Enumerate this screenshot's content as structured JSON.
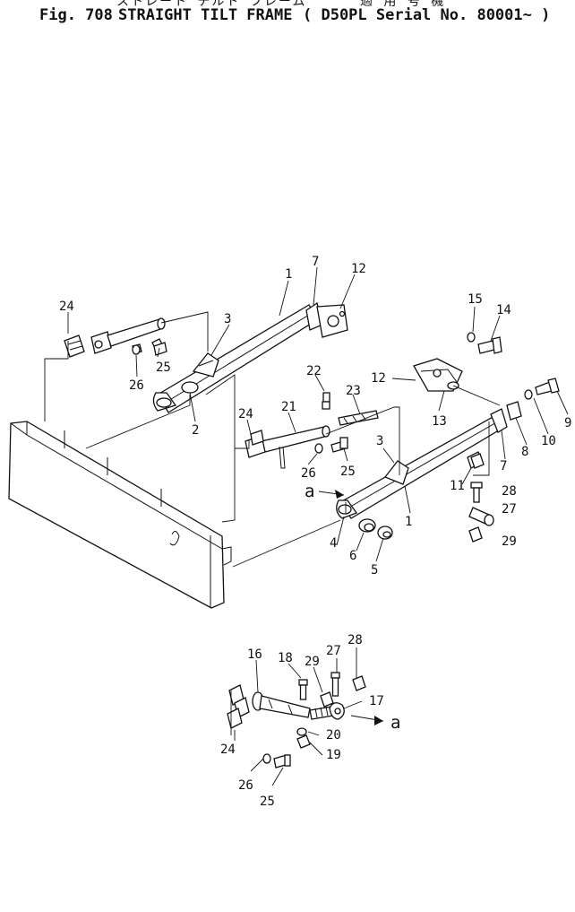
{
  "header": {
    "figure": "Fig. 708",
    "title": "STRAIGHT TILT FRAME",
    "japanese_title": "ストレート チルト フレーム",
    "applicability_japanese": "適 用 号 機",
    "applicability": "( D50PL Serial No. 80001~ )"
  },
  "callouts": [
    {
      "id": "c1-upper",
      "label": "1"
    },
    {
      "id": "c7-upper",
      "label": "7"
    },
    {
      "id": "c12-upper",
      "label": "12"
    },
    {
      "id": "c24-upper",
      "label": "24"
    },
    {
      "id": "c3-upper",
      "label": "3"
    },
    {
      "id": "c25-upper",
      "label": "25"
    },
    {
      "id": "c26-upper",
      "label": "26"
    },
    {
      "id": "c2",
      "label": "2"
    },
    {
      "id": "c15",
      "label": "15"
    },
    {
      "id": "c14",
      "label": "14"
    },
    {
      "id": "c12-right",
      "label": "12"
    },
    {
      "id": "c13",
      "label": "13"
    },
    {
      "id": "c9",
      "label": "9"
    },
    {
      "id": "c10",
      "label": "10"
    },
    {
      "id": "c8",
      "label": "8"
    },
    {
      "id": "c7-right",
      "label": "7"
    },
    {
      "id": "c22",
      "label": "22"
    },
    {
      "id": "c23",
      "label": "23"
    },
    {
      "id": "c21",
      "label": "21"
    },
    {
      "id": "c24-mid",
      "label": "24"
    },
    {
      "id": "c26-mid",
      "label": "26"
    },
    {
      "id": "c25-mid",
      "label": "25"
    },
    {
      "id": "c3-right",
      "label": "3"
    },
    {
      "id": "c11",
      "label": "11"
    },
    {
      "id": "c28-right",
      "label": "28"
    },
    {
      "id": "c27-right",
      "label": "27"
    },
    {
      "id": "c29-right",
      "label": "29"
    },
    {
      "id": "c1-right",
      "label": "1"
    },
    {
      "id": "c4",
      "label": "4"
    },
    {
      "id": "c6",
      "label": "6"
    },
    {
      "id": "c5",
      "label": "5"
    },
    {
      "id": "c16",
      "label": "16"
    },
    {
      "id": "c18",
      "label": "18"
    },
    {
      "id": "c29-lower",
      "label": "29"
    },
    {
      "id": "c27-lower",
      "label": "27"
    },
    {
      "id": "c28-lower",
      "label": "28"
    },
    {
      "id": "c17",
      "label": "17"
    },
    {
      "id": "c20",
      "label": "20"
    },
    {
      "id": "c19",
      "label": "19"
    },
    {
      "id": "c24-lower",
      "label": "24"
    },
    {
      "id": "c26-lower",
      "label": "26"
    },
    {
      "id": "c25-lower",
      "label": "25"
    }
  ],
  "view_markers": {
    "upper": "a",
    "lower": "a"
  }
}
